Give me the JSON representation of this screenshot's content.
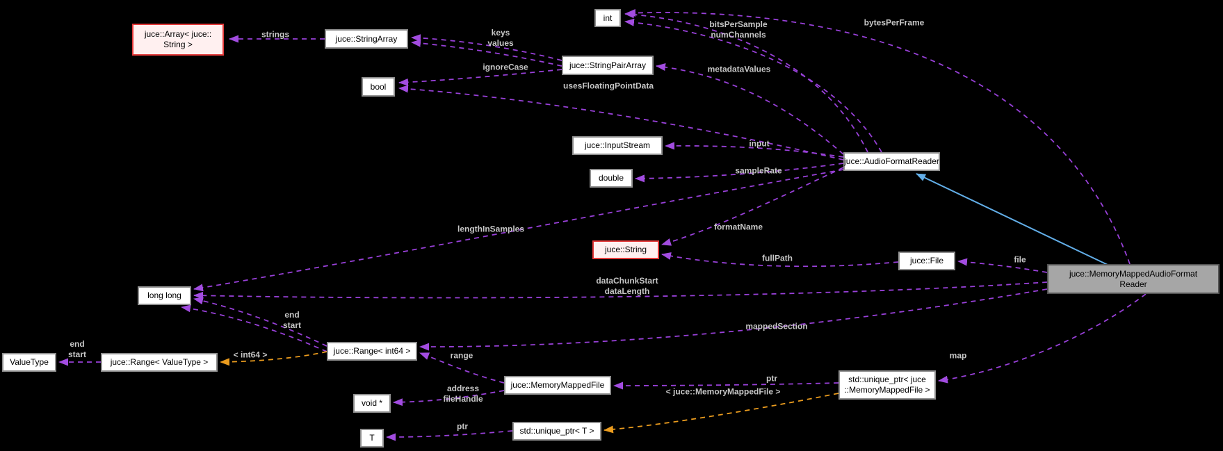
{
  "diagram": {
    "type": "class-collaboration-graph",
    "background_color": "#000000",
    "colors": {
      "member_edge": "#9840d8",
      "template_edge": "#eb9c1e",
      "inheritance_edge": "#62aee8",
      "node_bg": "#ffffff",
      "node_border": "#8f8f8f",
      "highlight_border": "#e43a3a",
      "highlight_bg": "#fff0f0",
      "current_node_bg": "#a6a6a6",
      "edge_label_color": "#c6c6c6"
    },
    "nodes": {
      "array_string": {
        "label": "juce::Array< juce::\nString >"
      },
      "string_array": {
        "label": "juce::StringArray"
      },
      "int": {
        "label": "int"
      },
      "string_pair_array": {
        "label": "juce::StringPairArray"
      },
      "bool": {
        "label": "bool"
      },
      "input_stream": {
        "label": "juce::InputStream"
      },
      "double": {
        "label": "double"
      },
      "audio_format_reader": {
        "label": "juce::AudioFormatReader"
      },
      "string": {
        "label": "juce::String"
      },
      "file": {
        "label": "juce::File"
      },
      "main": {
        "label": "juce::MemoryMappedAudioFormat\nReader"
      },
      "long_long": {
        "label": "long long"
      },
      "value_type": {
        "label": "ValueType"
      },
      "range_value_type": {
        "label": "juce::Range< ValueType >"
      },
      "range_int64": {
        "label": "juce::Range< int64 >"
      },
      "memory_mapped_file": {
        "label": "juce::MemoryMappedFile"
      },
      "void_ptr": {
        "label": "void *"
      },
      "unique_ptr_mmf": {
        "label": "std::unique_ptr< juce\n::MemoryMappedFile >"
      },
      "unique_ptr_t": {
        "label": "std::unique_ptr< T >"
      },
      "t": {
        "label": "T"
      }
    },
    "edge_labels": {
      "strings": "strings",
      "keys_values": "keys\nvalues",
      "bits_num": "bitsPerSample\nnumChannels",
      "bytes_per_frame": "bytesPerFrame",
      "ignore_case": "ignoreCase",
      "metadata_values": "metadataValues",
      "uses_floating_point": "usesFloatingPointData",
      "input": "input",
      "sample_rate": "sampleRate",
      "format_name": "formatName",
      "full_path": "fullPath",
      "file": "file",
      "length_in_samples": "lengthInSamples",
      "data_chunk": "dataChunkStart\ndataLength",
      "mapped_section": "mappedSection",
      "end_start_int64": "end\nstart",
      "end_start_valuetype": "end\nstart",
      "int64_template": "< int64 >",
      "range": "range",
      "address_filehandle": "address\nfileHandle",
      "ptr_t": "ptr",
      "ptr_mmf": "ptr",
      "mmf_template": "< juce::MemoryMappedFile >",
      "map": "map"
    },
    "edges": [
      {
        "from": "juce::StringArray",
        "to": "juce::Array< juce::String >",
        "label": "strings",
        "type": "member"
      },
      {
        "from": "juce::StringPairArray",
        "to": "juce::StringArray",
        "label": "keys, values",
        "type": "member"
      },
      {
        "from": "juce::StringPairArray",
        "to": "bool",
        "label": "ignoreCase",
        "type": "member"
      },
      {
        "from": "juce::AudioFormatReader",
        "to": "bool",
        "label": "usesFloatingPointData",
        "type": "member"
      },
      {
        "from": "juce::AudioFormatReader",
        "to": "int",
        "label": "bitsPerSample, numChannels",
        "type": "member"
      },
      {
        "from": "juce::MemoryMappedAudioFormatReader",
        "to": "int",
        "label": "bytesPerFrame",
        "type": "member"
      },
      {
        "from": "juce::AudioFormatReader",
        "to": "juce::StringPairArray",
        "label": "metadataValues",
        "type": "member"
      },
      {
        "from": "juce::AudioFormatReader",
        "to": "juce::InputStream",
        "label": "input",
        "type": "member"
      },
      {
        "from": "juce::AudioFormatReader",
        "to": "double",
        "label": "sampleRate",
        "type": "member"
      },
      {
        "from": "juce::AudioFormatReader",
        "to": "juce::String",
        "label": "formatName",
        "type": "member"
      },
      {
        "from": "juce::File",
        "to": "juce::String",
        "label": "fullPath",
        "type": "member"
      },
      {
        "from": "juce::MemoryMappedAudioFormatReader",
        "to": "juce::File",
        "label": "file",
        "type": "member"
      },
      {
        "from": "juce::MemoryMappedAudioFormatReader",
        "to": "juce::AudioFormatReader",
        "label": "",
        "type": "inheritance"
      },
      {
        "from": "juce::AudioFormatReader",
        "to": "long long",
        "label": "lengthInSamples",
        "type": "member"
      },
      {
        "from": "juce::MemoryMappedAudioFormatReader",
        "to": "long long",
        "label": "dataChunkStart, dataLength",
        "type": "member"
      },
      {
        "from": "juce::Range< int64 >",
        "to": "long long",
        "label": "end, start",
        "type": "member"
      },
      {
        "from": "juce::Range< ValueType >",
        "to": "ValueType",
        "label": "end, start",
        "type": "member"
      },
      {
        "from": "juce::Range< int64 >",
        "to": "juce::Range< ValueType >",
        "label": "< int64 >",
        "type": "template"
      },
      {
        "from": "juce::MemoryMappedAudioFormatReader",
        "to": "juce::Range< int64 >",
        "label": "mappedSection",
        "type": "member"
      },
      {
        "from": "juce::MemoryMappedFile",
        "to": "juce::Range< int64 >",
        "label": "range",
        "type": "member"
      },
      {
        "from": "juce::MemoryMappedFile",
        "to": "void *",
        "label": "address, fileHandle",
        "type": "member"
      },
      {
        "from": "std::unique_ptr< juce::MemoryMappedFile >",
        "to": "juce::MemoryMappedFile",
        "label": "ptr",
        "type": "member"
      },
      {
        "from": "juce::MemoryMappedAudioFormatReader",
        "to": "std::unique_ptr< juce::MemoryMappedFile >",
        "label": "map",
        "type": "member"
      },
      {
        "from": "std::unique_ptr< juce::MemoryMappedFile >",
        "to": "std::unique_ptr< T >",
        "label": "< juce::MemoryMappedFile >",
        "type": "template"
      },
      {
        "from": "std::unique_ptr< T >",
        "to": "T",
        "label": "ptr",
        "type": "member"
      }
    ]
  }
}
